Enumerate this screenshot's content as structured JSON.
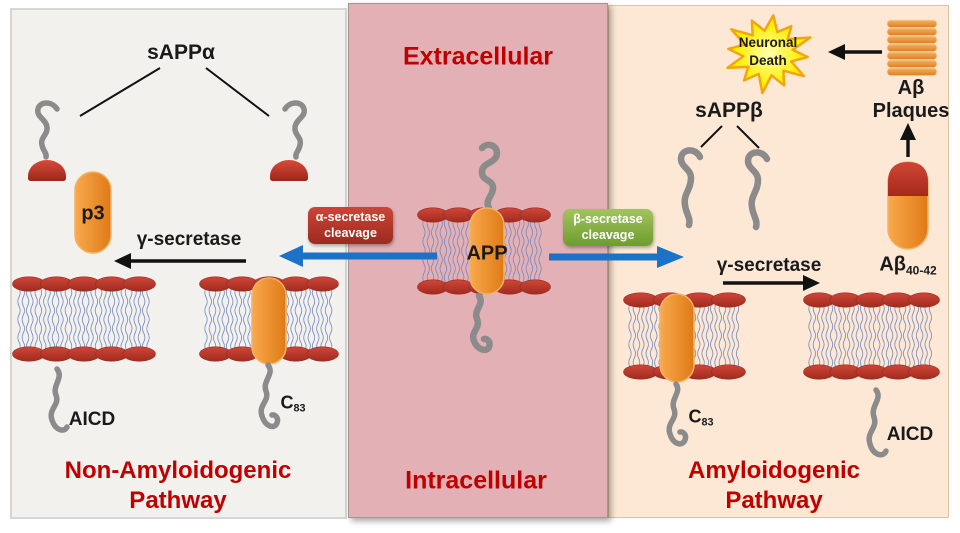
{
  "panels": {
    "left": {
      "title_line1": "Non-Amyloidogenic",
      "title_line2": "Pathway"
    },
    "middle": {
      "top_label": "Extracellular",
      "bottom_label": "Intracellular"
    },
    "right": {
      "title_line1": "Amyloidogenic",
      "title_line2": "Pathway"
    }
  },
  "labels": {
    "sapp_alpha": "sAPPα",
    "sapp_beta": "sAPPβ",
    "p3": "p3",
    "gamma_secretase": "γ-secretase",
    "app": "APP",
    "aicd": "AICD",
    "c_fragment_base": "C",
    "c_fragment_sub": "83",
    "abeta_base": "Aβ",
    "abeta_sub": "40-42",
    "abeta_plaques_line1": "Aβ",
    "abeta_plaques_line2": "Plaques",
    "neuronal_death_line1": "Neuronal",
    "neuronal_death_line2": "Death"
  },
  "boxes": {
    "alpha_cleavage": {
      "line1": "α-secretase",
      "line2": "cleavage"
    },
    "beta_cleavage": {
      "line1": "β-secretase",
      "line2": "cleavage"
    }
  },
  "colors": {
    "left_panel_bg": "#f2f1ee",
    "left_panel_border": "#d8d6d3",
    "middle_panel_bg": "#e2b0b5",
    "middle_panel_border": "#a39494",
    "right_panel_bg": "#fce8d5",
    "right_panel_border": "#dfc2a2",
    "title_red": "#c00000",
    "text_black": "#1a1a1a",
    "box_text_white": "#ffffff",
    "alpha_box_top": "#cd4437",
    "alpha_box_bottom": "#9c2b20",
    "beta_box_top": "#a2c45c",
    "beta_box_bottom": "#6e9c2f",
    "arrow_blue": "#1b72c6",
    "arrow_black": "#111111",
    "protein_orange": "#ec8c24",
    "lipid_head_red": "#b8352a",
    "membrane_tail_blue": "#7589bd",
    "fragment_gray": "#8b8b8b",
    "starburst_yellow": "#ffee00",
    "starburst_border": "#f2a50f",
    "plaque_orange": "#e89230"
  }
}
